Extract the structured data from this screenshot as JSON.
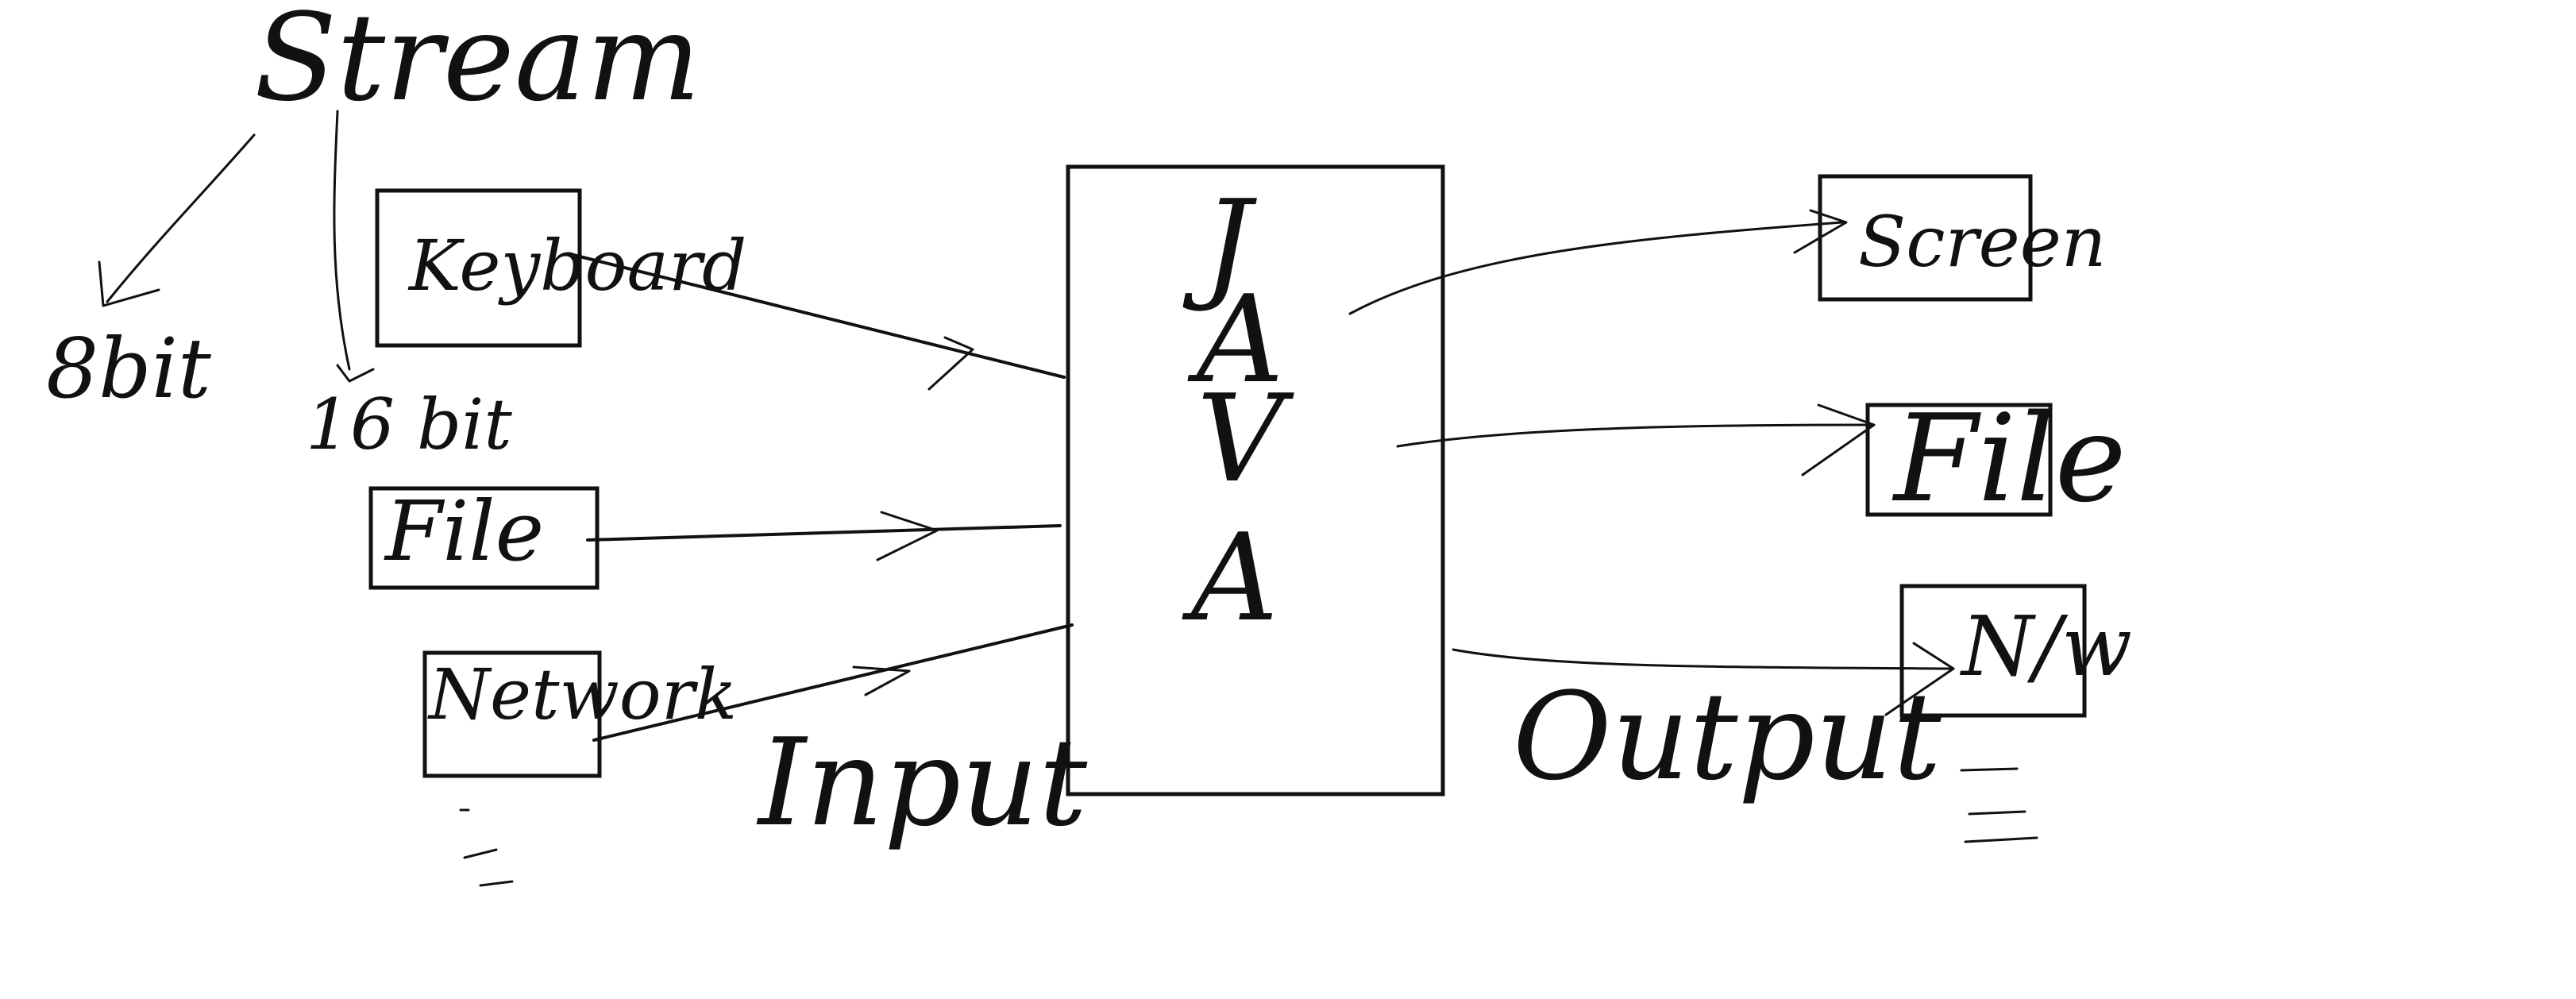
{
  "colors": {
    "ink": "#111111",
    "background": "#ffffff"
  },
  "labels": {
    "stream": "Stream",
    "bit8": "8bit",
    "bit16": "16 bit",
    "keyboard": "Keyboard",
    "file_in": "File",
    "network": "Network",
    "input": "Input",
    "java": [
      "J",
      "A",
      "V",
      "A"
    ],
    "output": "Output",
    "screen": "Screen",
    "file_out": "File",
    "nw": "N/w"
  }
}
